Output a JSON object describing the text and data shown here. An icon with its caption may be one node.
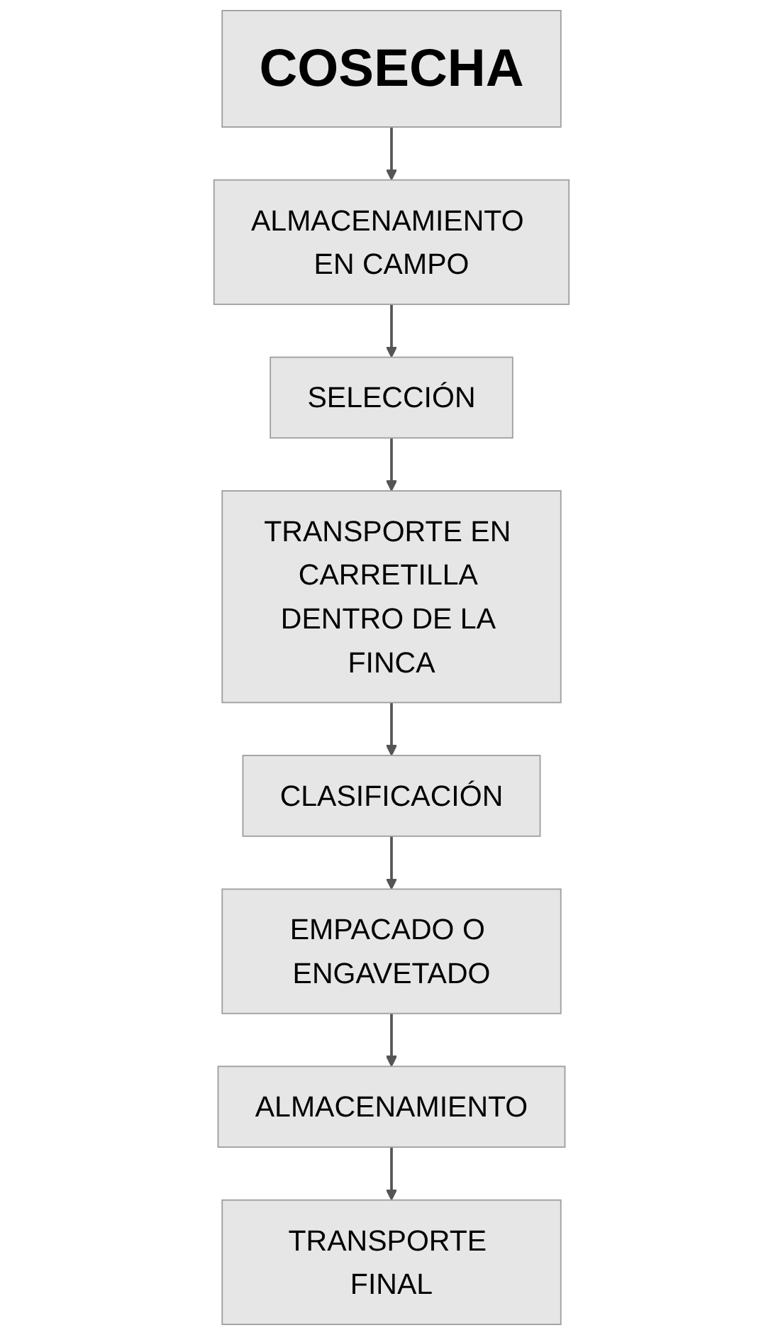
{
  "diagram": {
    "nodes": [
      {
        "text": [
          "COSECHA"
        ]
      },
      {
        "text": [
          "ALMACENAMIENTO EN CAMPO"
        ]
      },
      {
        "text": [
          "SELECCIÓN"
        ]
      },
      {
        "text": [
          "TRANSPORTE EN CARRETILLA DENTRO DE LA FINCA"
        ]
      },
      {
        "text": [
          "CLASIFICACIÓN"
        ]
      },
      {
        "text": [
          "EMPACADO O ENGAVETADO"
        ]
      },
      {
        "text": [
          "ALMACENAMIENTO"
        ]
      },
      {
        "text": [
          "TRANSPORTE FINAL"
        ]
      }
    ],
    "edges": [
      {
        "from": 0,
        "to": 1,
        "arrow": "to"
      },
      {
        "from": 1,
        "to": 2,
        "arrow": "to"
      },
      {
        "from": 2,
        "to": 3,
        "arrow": "to"
      },
      {
        "from": 3,
        "to": 4,
        "arrow": "to"
      },
      {
        "from": 4,
        "to": 5,
        "arrow": "to"
      },
      {
        "from": 5,
        "to": 6,
        "arrow": "to"
      },
      {
        "from": 6,
        "to": 7,
        "arrow": "to"
      }
    ]
  }
}
